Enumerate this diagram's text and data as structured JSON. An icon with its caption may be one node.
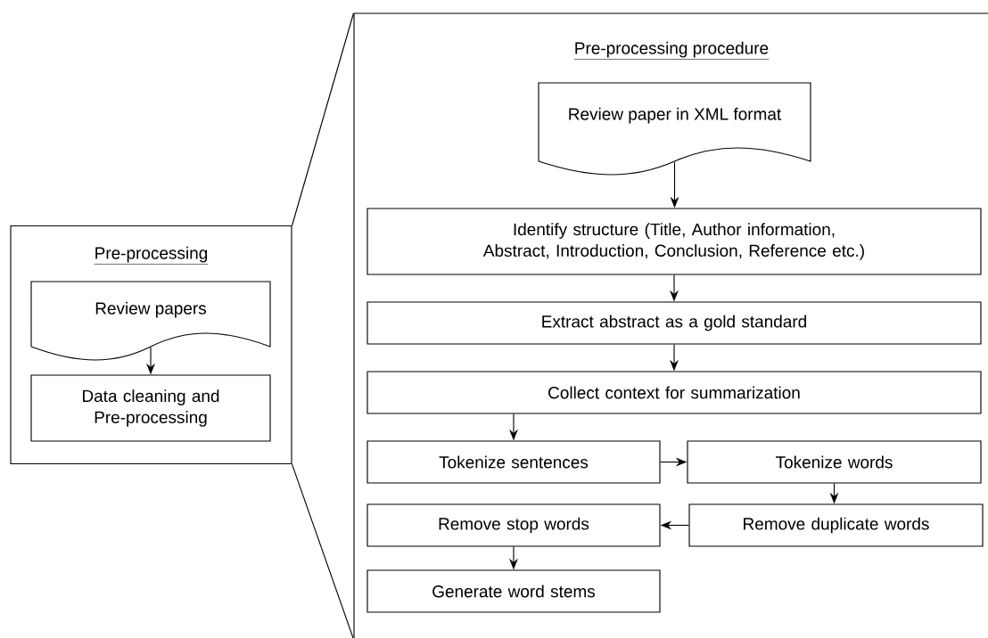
{
  "diagram": {
    "nodes": [
      {
        "text": [
          "Pre-processing"
        ]
      },
      {
        "text": [
          "Review papers"
        ],
        "in": 0
      },
      {
        "text": [
          "Data cleaning and Pre-processing"
        ],
        "in": 0
      },
      {
        "text": [
          "Pre-processing procedure"
        ]
      },
      {
        "text": [
          "Review paper in XML format"
        ],
        "in": 3
      },
      {
        "text": [
          "Identify structure (Title, Author information, Abstract, Introduction, Conclusion, Reference etc.)"
        ],
        "in": 3
      },
      {
        "text": [
          "Extract abstract as a gold standard"
        ],
        "in": 3
      },
      {
        "text": [
          "Collect context for summarization"
        ],
        "in": 3
      },
      {
        "text": [
          "Tokenize sentences"
        ],
        "in": 3
      },
      {
        "text": [
          "Tokenize words"
        ],
        "in": 3
      },
      {
        "text": [
          "Remove stop words"
        ],
        "in": 3
      },
      {
        "text": [
          "Remove duplicate words"
        ],
        "in": 3
      },
      {
        "text": [
          "Generate word stems"
        ],
        "in": 3
      }
    ],
    "edges": [
      {
        "from": 0,
        "to": 3,
        "arrow": "none"
      },
      {
        "from": 0,
        "to": 3,
        "arrow": "none"
      },
      {
        "from": 1,
        "to": 2,
        "arrow": "to"
      },
      {
        "from": 4,
        "to": 5,
        "arrow": "to"
      },
      {
        "from": 5,
        "to": 6,
        "arrow": "to"
      },
      {
        "from": 6,
        "to": 7,
        "arrow": "to"
      },
      {
        "from": 7,
        "to": 8,
        "arrow": "to"
      },
      {
        "from": 8,
        "to": 9,
        "arrow": "to"
      },
      {
        "from": 9,
        "to": 11,
        "arrow": "to"
      },
      {
        "from": 11,
        "to": 10,
        "arrow": "to"
      },
      {
        "from": 10,
        "to": 12,
        "arrow": "to"
      }
    ]
  }
}
